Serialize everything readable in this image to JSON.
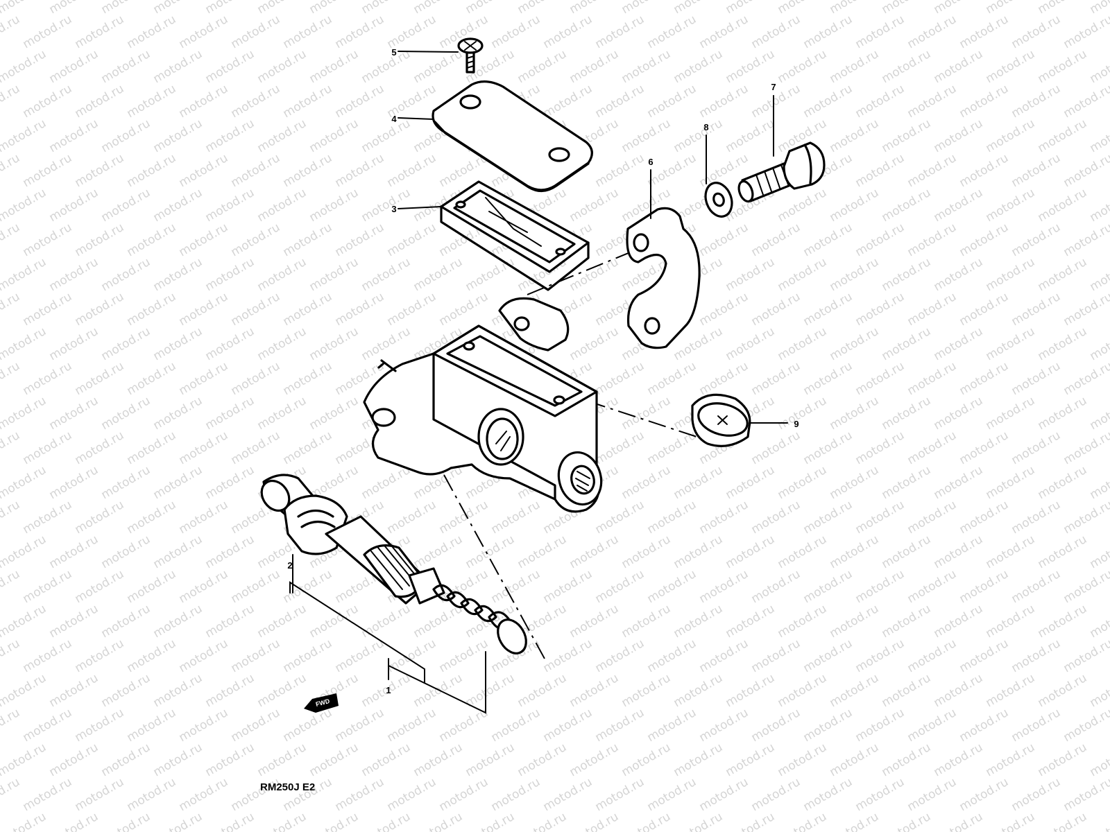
{
  "watermark": {
    "text": "motod.ru",
    "color": "#d4d4d4"
  },
  "callouts": [
    {
      "id": "1",
      "label": "1"
    },
    {
      "id": "2",
      "label": "2"
    },
    {
      "id": "3",
      "label": "3"
    },
    {
      "id": "4",
      "label": "4"
    },
    {
      "id": "5",
      "label": "5"
    },
    {
      "id": "6",
      "label": "6"
    },
    {
      "id": "7",
      "label": "7"
    },
    {
      "id": "8",
      "label": "8"
    },
    {
      "id": "9",
      "label": "9"
    }
  ],
  "direction_badge": {
    "label": "FWD",
    "icon": "forward-arrow-icon"
  },
  "model_code": "RM250J E2",
  "colors": {
    "line": "#000000",
    "background": "#ffffff"
  }
}
